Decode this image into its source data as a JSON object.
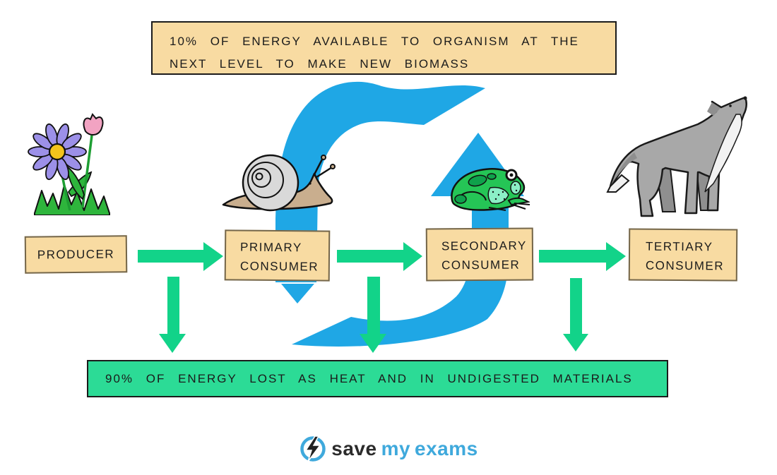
{
  "banners": {
    "top": {
      "line1": "10% OF ENERGY AVAILABLE TO ORGANISM AT THE",
      "line2": "NEXT LEVEL TO MAKE NEW BIOMASS"
    },
    "bottom": {
      "text": "90% OF ENERGY LOST AS HEAT AND IN UNDIGESTED MATERIALS"
    }
  },
  "chain": [
    {
      "label": "PRODUCER",
      "illustration": "flower-illustration"
    },
    {
      "label": "PRIMARY CONSUMER",
      "illustration": "snail-illustration"
    },
    {
      "label": "SECONDARY CONSUMER",
      "illustration": "frog-illustration"
    },
    {
      "label": "TERTIARY CONSUMER",
      "illustration": "wolf-illustration"
    }
  ],
  "arrows": {
    "transfer": [
      "producer-to-primary-consumer",
      "primary-to-secondary-consumer",
      "secondary-to-tertiary-consumer"
    ],
    "energy_loss": [
      "loss-below-producer",
      "loss-below-primary-consumer",
      "loss-below-secondary-consumer"
    ],
    "cycle": [
      "cycle-arrow-top",
      "cycle-arrow-bottom-up"
    ]
  },
  "logo": {
    "save": "save",
    "my": "my",
    "exams": "exams",
    "icon": "lightning-bolt-circle-icon"
  },
  "colors": {
    "page_bg": "#ffffff",
    "box_bg": "#F8DBA2",
    "banner_green": "#2CDB96",
    "arrow_green": "#12D389",
    "cycle_blue": "#1FA7E5",
    "text_dark": "#1b1b1b",
    "logo_dark": "#2b2b2b",
    "logo_blue": "#3FA9DC"
  }
}
